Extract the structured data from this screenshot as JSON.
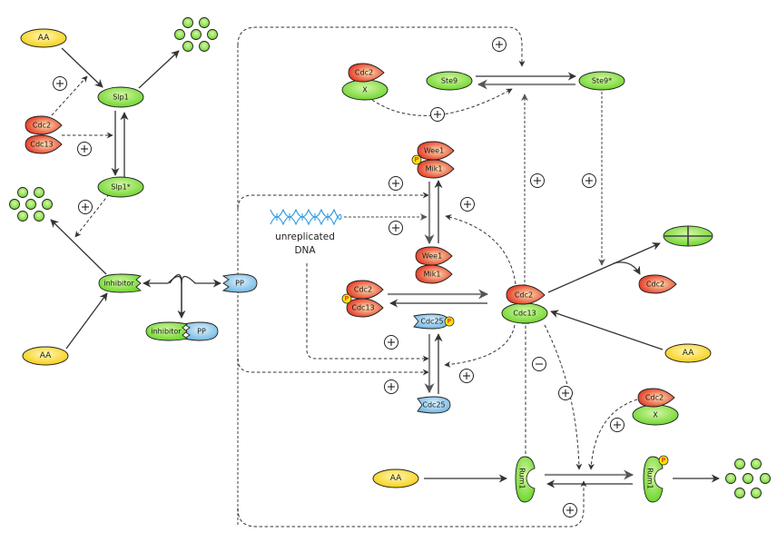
{
  "title": "Fission yeast cell cycle regulatory network",
  "colors": {
    "protein_green": "#8be04a",
    "protein_red": "#e83a26",
    "protein_yellow": "#ffe234",
    "protein_blue": "#8ec9ec",
    "phospho": "#ffe600",
    "dna": "#2b9be0"
  },
  "symbols": {
    "plus": "+",
    "minus": "−",
    "phospho": "P"
  },
  "nodes": {
    "aa_top_left": "AA",
    "slp1": "Slp1",
    "slp1_star": "Slp1*",
    "cdc2_cdc13_left": {
      "cdc2": "Cdc2",
      "cdc13": "Cdc13"
    },
    "inhibitor": "inhibitor",
    "aa_bottom_left": "AA",
    "pp": "PP",
    "inhibitor_pp_complex": {
      "inhibitor": "inhibitor",
      "pp": "PP"
    },
    "cdc2_x_top": {
      "cdc2": "Cdc2",
      "x": "X"
    },
    "ste9": "Ste9",
    "ste9_star": "Ste9*",
    "wee1_mik1_p": {
      "wee1": "Wee1",
      "mik1": "Mik1"
    },
    "wee1_mik1": {
      "wee1": "Wee1",
      "mik1": "Mik1"
    },
    "dna": {
      "line1": "unreplicated",
      "line2": "DNA"
    },
    "cdc2_cdc13_p": {
      "cdc2": "Cdc2",
      "cdc13": "Cdc13"
    },
    "cdc2_cdc13_active": {
      "cdc2": "Cdc2",
      "cdc13": "Cdc13"
    },
    "cdc25_p": "Cdc25",
    "cdc25": "Cdc25",
    "cdc2_free": "Cdc2",
    "aa_right": "AA",
    "cdc2_x_bottom": {
      "cdc2": "Cdc2",
      "x": "X"
    },
    "aa_bottom": "AA",
    "rum1": "Rum1",
    "rum1_p": "Rum1"
  }
}
